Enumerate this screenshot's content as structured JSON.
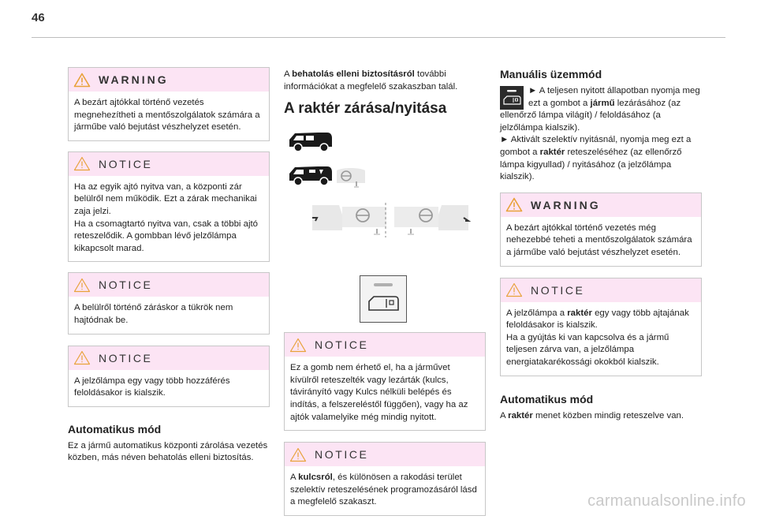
{
  "page": {
    "number": "46",
    "watermark": "carmanualsonline.info"
  },
  "col1": {
    "warning1": {
      "label": "WARNING",
      "text": "A bezárt ajtókkal történő vezetés megnehezítheti a mentőszolgálatok számára a járműbe való bejutást vészhelyzet esetén."
    },
    "notice1": {
      "label": "NOTICE",
      "line1": "Ha az egyik ajtó nyitva van, a központi zár belülről nem működik. Ezt a zárak mechanikai zaja jelzi.",
      "line2": "Ha a csomagtartó nyitva van, csak a többi ajtó reteszelődik. A gombban lévő jelzőlámpa kikapcsolt marad."
    },
    "notice2": {
      "label": "NOTICE",
      "text": "A belülről történő záráskor a tükrök nem hajtódnak be."
    },
    "notice3": {
      "label": "NOTICE",
      "text": "A jelzőlámpa egy vagy több hozzáférés feloldásakor is kialszik."
    },
    "auto": {
      "title": "Automatikus mód",
      "text": "Ez a jármű automatikus központi zárolása vezetés közben, más néven behatolás elleni biztosítás."
    }
  },
  "col2": {
    "intro": {
      "bold": "behatolás elleni biztosításról",
      "before": "A ",
      "after": " további információkat a megfelelő szakaszban talál."
    },
    "title": "A raktér zárása/nyitása",
    "notice1": {
      "label": "NOTICE",
      "text": "Ez a gomb nem érhető el, ha a járművet kívülről reteszelték vagy lezárták (kulcs, távirányító vagy Kulcs nélküli belépés és indítás, a felszereléstől függően), vagy ha az ajtók valamelyike még mindig nyitott."
    },
    "notice2": {
      "label": "NOTICE",
      "bold": "kulcsról",
      "before": "A ",
      "after": ", és különösen a rakodási terület szelektív reteszelésének programozásáról lásd a megfelelő szakaszt."
    }
  },
  "col3": {
    "manual": {
      "title": "Manuális üzemmód",
      "l1_before": "► A teljesen nyitott állapotban nyomja meg ezt a gombot a ",
      "l1_bold": "jármű",
      "l1_after": " lezárásához (az ellenőrző lámpa világít) / feloldásához (a jelzőlámpa kialszik).",
      "l2_before": "► Aktivált szelektív nyitásnál, nyomja meg ezt a gombot a ",
      "l2_bold": "raktér",
      "l2_after": " reteszeléséhez (az ellenőrző lámpa kigyullad) / nyitásához (a jelzőlámpa kialszik)."
    },
    "warning1": {
      "label": "WARNING",
      "text": "A bezárt ajtókkal történő vezetés még nehezebbé teheti a mentőszolgálatok számára a járműbe való bejutást vészhelyzet esetén."
    },
    "notice1": {
      "label": "NOTICE",
      "before": "A jelzőlámpa a ",
      "bold": "raktér",
      "after": " egy vagy több ajtajának feloldásakor is kialszik.",
      "line2": "Ha a gyújtás ki van kapcsolva és a jármű teljesen zárva van, a jelzőlámpa energiatakarékossági okokból kialszik."
    },
    "auto": {
      "title": "Automatikus mód",
      "before": "A ",
      "bold": "raktér",
      "after": " menet közben mindig reteszelve van."
    }
  },
  "colors": {
    "warning_header": "#fce4f4",
    "triangle": "#e8a23a",
    "border": "#c7c7c7"
  },
  "icons": [
    "warning-triangle-icon",
    "van-side-icon",
    "van-side-open-icon",
    "steering-lock-icon",
    "open-door-icon",
    "door-lock-button-icon"
  ]
}
